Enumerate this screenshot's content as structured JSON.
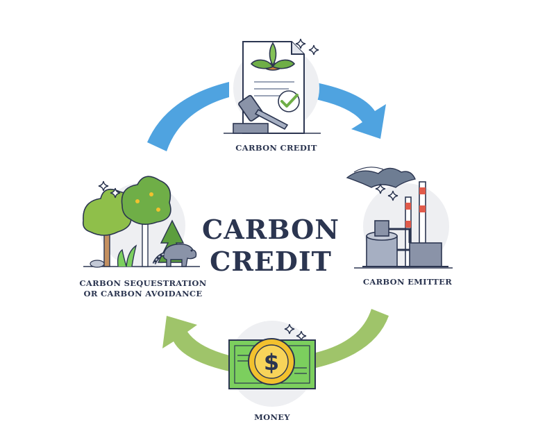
{
  "title": {
    "line1": "CARBON",
    "line2": "CREDIT"
  },
  "nodes": {
    "carbon_credit": {
      "label": "CARBON CREDIT"
    },
    "carbon_emitter": {
      "label": "CARBON EMITTER"
    },
    "money": {
      "label": "MONEY"
    },
    "sequestration": {
      "line1": "CARBON SEQUESTRATION",
      "line2": "OR CARBON AVOIDANCE"
    }
  },
  "icons": {
    "document": "document-with-plant-icon",
    "gavel": "gavel-icon",
    "check": "checkmark-icon",
    "factory": "factory-icon",
    "banknote": "dollar-banknote-icon",
    "coin": "dollar-coin-icon",
    "forest": "forest-icon",
    "raccoon": "raccoon-icon",
    "sparkle": "sparkle-icon"
  },
  "colors": {
    "arrow_blue": "#4fa3e0",
    "arrow_green": "#9fc46a",
    "circle_bg": "#eeeff2",
    "outline": "#2b3550",
    "leaf_green": "#6fae47",
    "money_green": "#7ccf5e",
    "coin_gold": "#f2c12e",
    "smoke": "#6e7d93"
  }
}
